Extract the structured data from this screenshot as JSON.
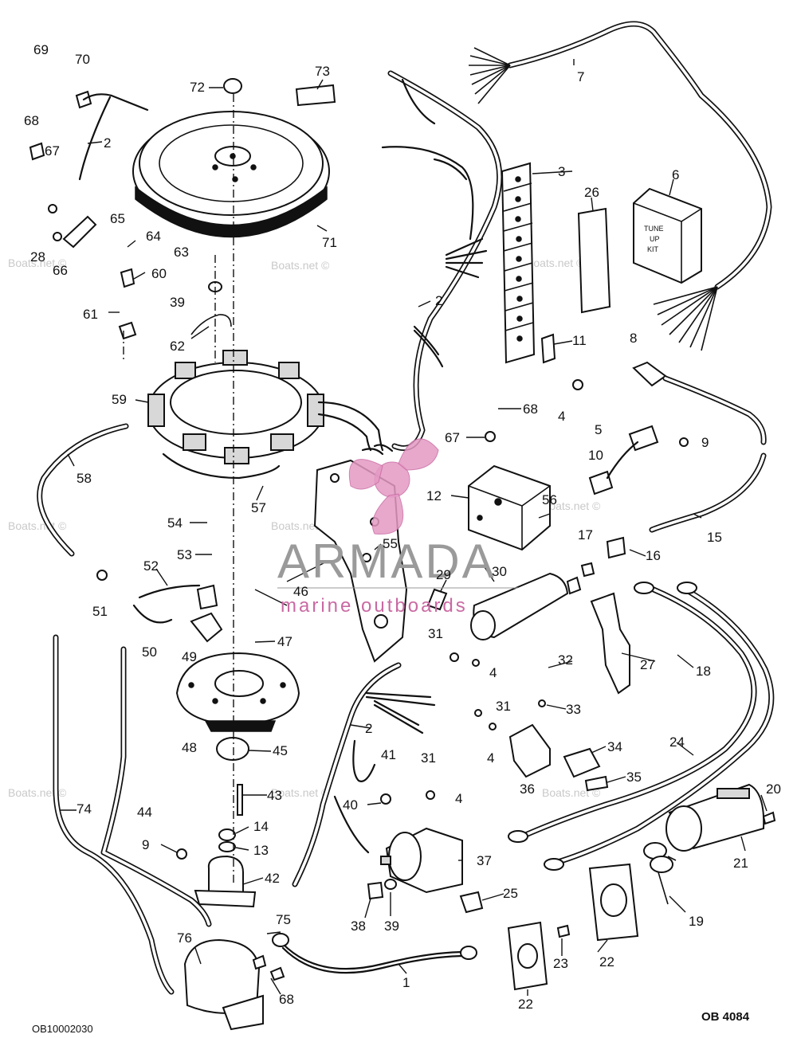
{
  "callouts": {
    "c1": "1",
    "c2": "2",
    "c3": "3",
    "c4": "4",
    "c5": "5",
    "c6": "6",
    "c7": "7",
    "c8": "8",
    "c9": "9",
    "c10": "10",
    "c11": "11",
    "c12": "12",
    "c13": "13",
    "c14": "14",
    "c15": "15",
    "c16": "16",
    "c17": "17",
    "c18": "18",
    "c19": "19",
    "c20": "20",
    "c21": "21",
    "c22": "22",
    "c23": "23",
    "c24": "24",
    "c25": "25",
    "c26": "26",
    "c27": "27",
    "c28": "28",
    "c29": "29",
    "c30": "30",
    "c31": "31",
    "c32": "32",
    "c33": "33",
    "c34": "34",
    "c35": "35",
    "c36": "36",
    "c37": "37",
    "c38": "38",
    "c39": "39",
    "c40": "40",
    "c41": "41",
    "c42": "42",
    "c43": "43",
    "c44": "44",
    "c45": "45",
    "c46": "46",
    "c47": "47",
    "c48": "48",
    "c49": "49",
    "c50": "50",
    "c51": "51",
    "c52": "52",
    "c53": "53",
    "c54": "54",
    "c55": "55",
    "c56": "56",
    "c57": "57",
    "c58": "58",
    "c59": "59",
    "c60": "60",
    "c61": "61",
    "c62": "62",
    "c63": "63",
    "c64": "64",
    "c65": "65",
    "c66": "66",
    "c67": "67",
    "c68": "68",
    "c69": "69",
    "c70": "70",
    "c71": "71",
    "c72": "72",
    "c73": "73",
    "c74": "74",
    "c75": "75",
    "c76": "76"
  },
  "tune_up_kit": {
    "line1": "TUNE",
    "line2": "UP",
    "line3": "KIT"
  },
  "watermark": {
    "text": "Boats.net ©"
  },
  "logo": {
    "word": "ARMADA",
    "sub": "marine outboards"
  },
  "footer": {
    "left_code": "OB10002030",
    "right_code": "OB 4084"
  },
  "colors": {
    "line": "#111111",
    "logo_pink": "#c96aa3",
    "logo_gray": "#9a9a9a"
  }
}
